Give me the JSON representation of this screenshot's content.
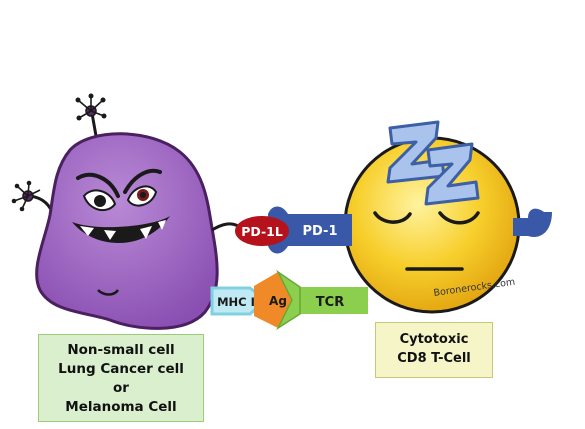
{
  "labels": {
    "pd1l": "PD-1L",
    "pd1": "PD-1",
    "mhc1": "MHC I",
    "ag": "Ag",
    "tcr": "TCR",
    "watermark": "Boronerocks.com"
  },
  "cancer_cell": {
    "lines": [
      "Non-small cell",
      "Lung Cancer cell",
      "or",
      "Melanoma Cell"
    ]
  },
  "t_cell": {
    "lines": [
      "Cytotoxic",
      "CD8 T-Cell"
    ]
  },
  "colors": {
    "cancer_body": "#a060c0",
    "t_cell_body": "#f4c22a",
    "sleep_z": "#a9c3ec",
    "receptor": "#3a58a8",
    "pd1l": "#b5121b",
    "mhc": "#7fd0e0",
    "antigen": "#f08a28",
    "tcr": "#8ccf4e",
    "cancer_label_bg": "#d9efce",
    "tcell_label_bg": "#f6f5c8"
  }
}
